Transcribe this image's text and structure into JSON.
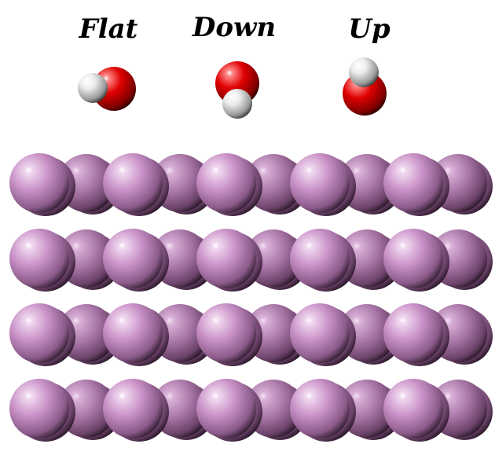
{
  "labels": {
    "flat": "Flat",
    "down": "Down",
    "up": "Up"
  },
  "colors": {
    "background": "#ffffff",
    "oxygen": "#e00000",
    "hydrogen": "#e8e8e8",
    "surface_atom": "#c890c6",
    "label": "#000000"
  },
  "slab": {
    "layers": 4,
    "atom_element_color_key": "surface_atom"
  },
  "molecules": [
    {
      "name": "flat",
      "atoms": [
        "oxygen",
        "hydrogen"
      ]
    },
    {
      "name": "down",
      "atoms": [
        "oxygen",
        "hydrogen"
      ]
    },
    {
      "name": "up",
      "atoms": [
        "oxygen",
        "hydrogen"
      ]
    }
  ]
}
